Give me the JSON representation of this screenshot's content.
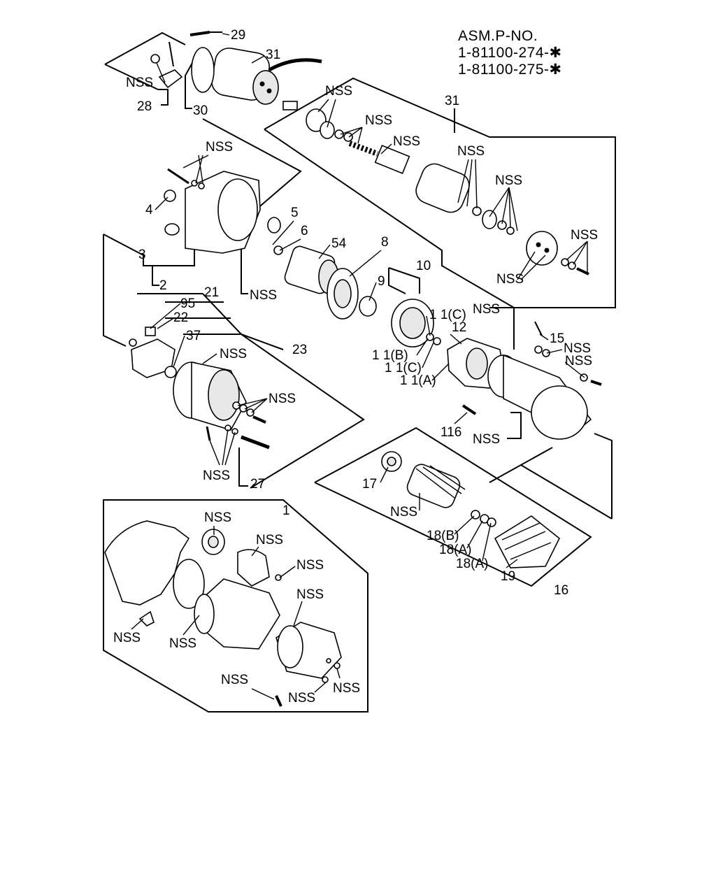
{
  "header": {
    "line1": "ASM.P-NO.",
    "line2": "1-81100-274-✱",
    "line3": "1-81100-275-✱"
  },
  "labels": {
    "nss": "NSS",
    "n1": "1",
    "n2": "2",
    "n3": "3",
    "n4": "4",
    "n5": "5",
    "n6": "6",
    "n8": "8",
    "n9": "9",
    "n10": "10",
    "n11a": "1 1(A)",
    "n11b": "1 1(B)",
    "n11c": "1 1(C)",
    "n12": "12",
    "n15": "15",
    "n16": "16",
    "n17": "17",
    "n18a": "18(A)",
    "n18b": "18(B)",
    "n19": "19",
    "n21": "21",
    "n22": "22",
    "n23": "23",
    "n27": "27",
    "n28": "28",
    "n29": "29",
    "n30": "30",
    "n31": "31",
    "n37": "37",
    "n54": "54",
    "n95": "95",
    "n116": "116"
  }
}
